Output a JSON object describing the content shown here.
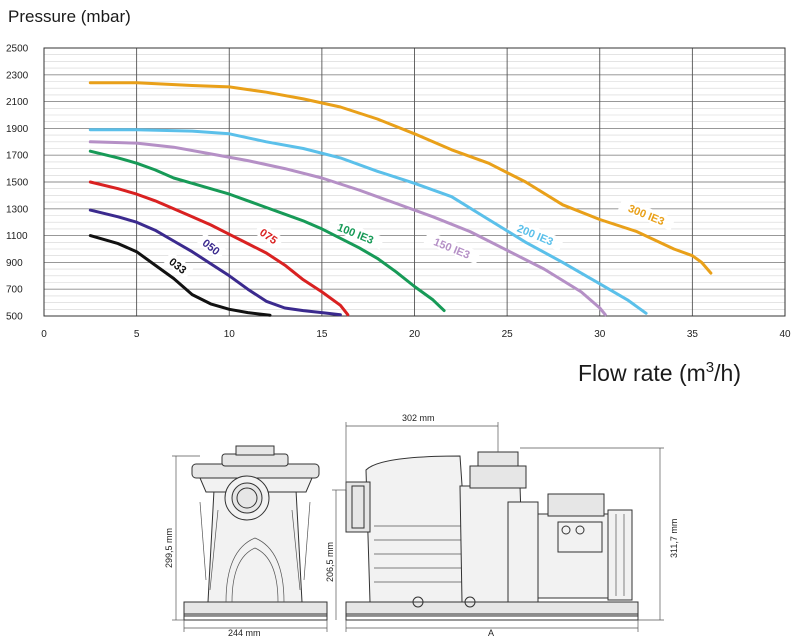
{
  "chart_data": {
    "type": "line",
    "ylabel": "Pressure (mbar)",
    "xlabel_main": "Flow rate (m",
    "xlabel_sup": "3",
    "xlabel_end": "/h)",
    "xlim": [
      0,
      40
    ],
    "ylim": [
      500,
      2500
    ],
    "xticks": [
      0,
      5,
      10,
      15,
      20,
      25,
      30,
      35,
      40
    ],
    "yticks": [
      500,
      700,
      900,
      1100,
      1300,
      1500,
      1700,
      1900,
      2100,
      2300,
      2500
    ],
    "grid": true,
    "series": [
      {
        "name": "033",
        "color": "#111111",
        "lx": 7.2,
        "ly": 870,
        "rot": 38,
        "points": [
          [
            2.5,
            1100
          ],
          [
            4,
            1040
          ],
          [
            5,
            980
          ],
          [
            6,
            880
          ],
          [
            7,
            780
          ],
          [
            8,
            660
          ],
          [
            9,
            590
          ],
          [
            10,
            550
          ],
          [
            11,
            525
          ],
          [
            12.2,
            505
          ]
        ]
      },
      {
        "name": "050",
        "color": "#3b2a8e",
        "lx": 9.0,
        "ly": 1010,
        "rot": 38,
        "points": [
          [
            2.5,
            1290
          ],
          [
            4,
            1240
          ],
          [
            5,
            1200
          ],
          [
            6,
            1140
          ],
          [
            7,
            1060
          ],
          [
            8,
            980
          ],
          [
            9,
            890
          ],
          [
            10,
            800
          ],
          [
            11,
            700
          ],
          [
            12,
            610
          ],
          [
            13,
            560
          ],
          [
            14,
            540
          ],
          [
            15,
            525
          ],
          [
            16,
            510
          ]
        ]
      },
      {
        "name": "075",
        "color": "#d92121",
        "lx": 12.1,
        "ly": 1090,
        "rot": 35,
        "points": [
          [
            2.5,
            1500
          ],
          [
            4,
            1450
          ],
          [
            5,
            1410
          ],
          [
            6,
            1360
          ],
          [
            7,
            1300
          ],
          [
            8,
            1240
          ],
          [
            9,
            1180
          ],
          [
            10,
            1110
          ],
          [
            11,
            1040
          ],
          [
            12,
            970
          ],
          [
            13,
            880
          ],
          [
            14,
            770
          ],
          [
            15,
            680
          ],
          [
            16,
            580
          ],
          [
            16.4,
            510
          ]
        ]
      },
      {
        "name": "100 IE3",
        "color": "#179a57",
        "lx": 16.8,
        "ly": 1110,
        "rot": 22,
        "points": [
          [
            2.5,
            1730
          ],
          [
            4,
            1680
          ],
          [
            5,
            1640
          ],
          [
            6,
            1590
          ],
          [
            7,
            1530
          ],
          [
            8,
            1490
          ],
          [
            9,
            1450
          ],
          [
            10,
            1410
          ],
          [
            11,
            1360
          ],
          [
            12,
            1310
          ],
          [
            13,
            1260
          ],
          [
            14,
            1210
          ],
          [
            15,
            1150
          ],
          [
            16,
            1080
          ],
          [
            17,
            1010
          ],
          [
            18,
            930
          ],
          [
            19,
            830
          ],
          [
            20,
            720
          ],
          [
            21,
            620
          ],
          [
            21.6,
            540
          ]
        ]
      },
      {
        "name": "150 IE3",
        "color": "#b590c6",
        "lx": 22.0,
        "ly": 1000,
        "rot": 22,
        "points": [
          [
            2.5,
            1800
          ],
          [
            5,
            1790
          ],
          [
            7,
            1760
          ],
          [
            9,
            1710
          ],
          [
            11,
            1660
          ],
          [
            13,
            1600
          ],
          [
            15,
            1530
          ],
          [
            17,
            1440
          ],
          [
            19,
            1340
          ],
          [
            21,
            1240
          ],
          [
            23,
            1130
          ],
          [
            25,
            990
          ],
          [
            27,
            850
          ],
          [
            29,
            680
          ],
          [
            30,
            560
          ],
          [
            30.3,
            510
          ]
        ]
      },
      {
        "name": "200 IE3",
        "color": "#5bc0ea",
        "lx": 26.5,
        "ly": 1100,
        "rot": 23,
        "points": [
          [
            2.5,
            1890
          ],
          [
            5,
            1890
          ],
          [
            8,
            1880
          ],
          [
            10,
            1860
          ],
          [
            12,
            1800
          ],
          [
            14,
            1750
          ],
          [
            16,
            1680
          ],
          [
            18,
            1580
          ],
          [
            20,
            1490
          ],
          [
            22,
            1390
          ],
          [
            24,
            1220
          ],
          [
            26,
            1050
          ],
          [
            28,
            900
          ],
          [
            30,
            740
          ],
          [
            31.5,
            620
          ],
          [
            32.5,
            520
          ]
        ]
      },
      {
        "name": "300 IE3",
        "color": "#e9a019",
        "lx": 32.5,
        "ly": 1250,
        "rot": 22,
        "points": [
          [
            2.5,
            2240
          ],
          [
            5,
            2240
          ],
          [
            8,
            2220
          ],
          [
            10,
            2210
          ],
          [
            12,
            2170
          ],
          [
            14,
            2120
          ],
          [
            16,
            2060
          ],
          [
            18,
            1970
          ],
          [
            20,
            1860
          ],
          [
            22,
            1740
          ],
          [
            24,
            1640
          ],
          [
            26,
            1500
          ],
          [
            28,
            1330
          ],
          [
            30,
            1220
          ],
          [
            32,
            1130
          ],
          [
            34,
            1000
          ],
          [
            35,
            950
          ],
          [
            35.5,
            900
          ],
          [
            36,
            820
          ]
        ]
      }
    ]
  },
  "drawing": {
    "dims": {
      "width_top": "302 mm",
      "height_front": "299,5 mm",
      "height_inlet": "206,5 mm",
      "height_total": "311,7 mm",
      "width_base": "244 mm",
      "length": "A"
    }
  }
}
